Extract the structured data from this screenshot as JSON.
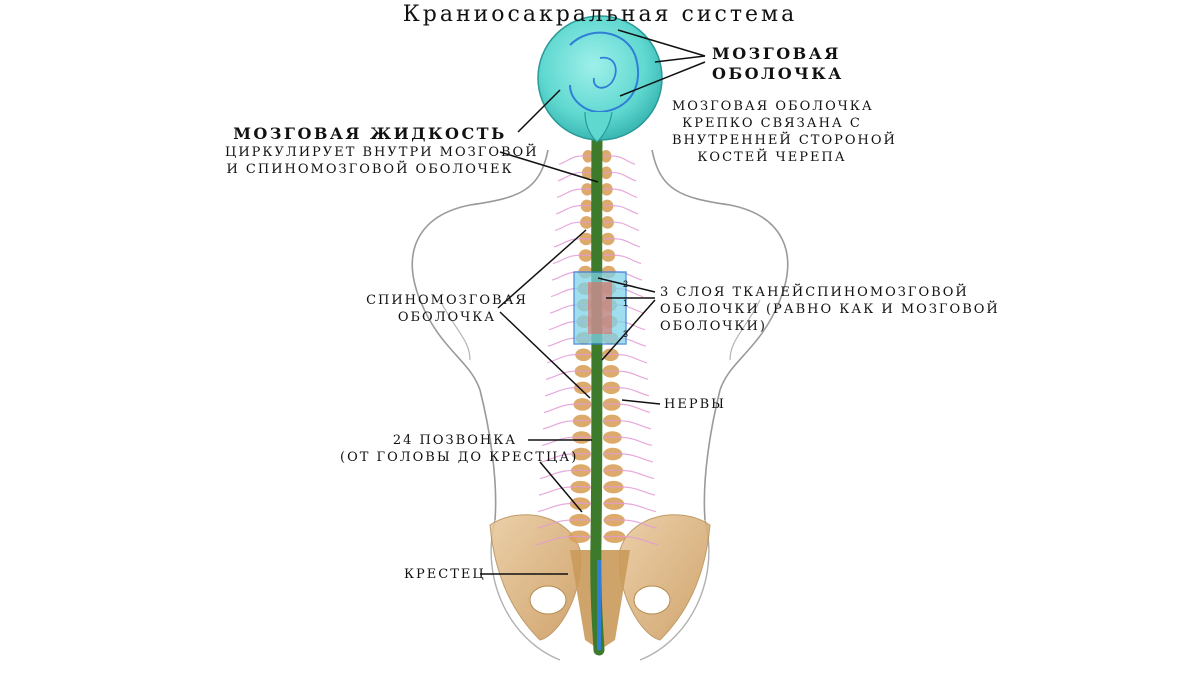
{
  "title": "Краниосакральная система",
  "labels": {
    "meninges_line1": "Мозговая",
    "meninges_line2": "оболочка",
    "meninges_note_1": "Мозговая оболочка",
    "meninges_note_2": "крепко связана с",
    "meninges_note_3": "внутренней стороной",
    "meninges_note_4": "костей черепа",
    "csf_title": "Мозговая жидкость",
    "csf_line2": "циркулирует внутри мозговой",
    "csf_line3": "и спиномозговой оболочек",
    "spinal_line1": "Спиномозговая",
    "spinal_line2": "оболочка",
    "layers_line1": "3 слоя тканейспиномозговой",
    "layers_line2": "оболочки (равно как и мозговой",
    "layers_line3": "оболочки)",
    "nerves": "Нервы",
    "vertebrae_line1": "24 позвонка",
    "vertebrae_line2": "(от головы до крестца)",
    "sacrum": "Крестец",
    "layer_num_1": "1",
    "layer_num_2": "2",
    "layer_num_3": "3"
  },
  "colors": {
    "brain": "#5fd8d0",
    "cord": "#3d7a2c",
    "vertebra": "#d8a15a",
    "nerve": "#e39ad6",
    "membrane": "#2f7fd6",
    "body_outline": "#9a9a9a"
  }
}
